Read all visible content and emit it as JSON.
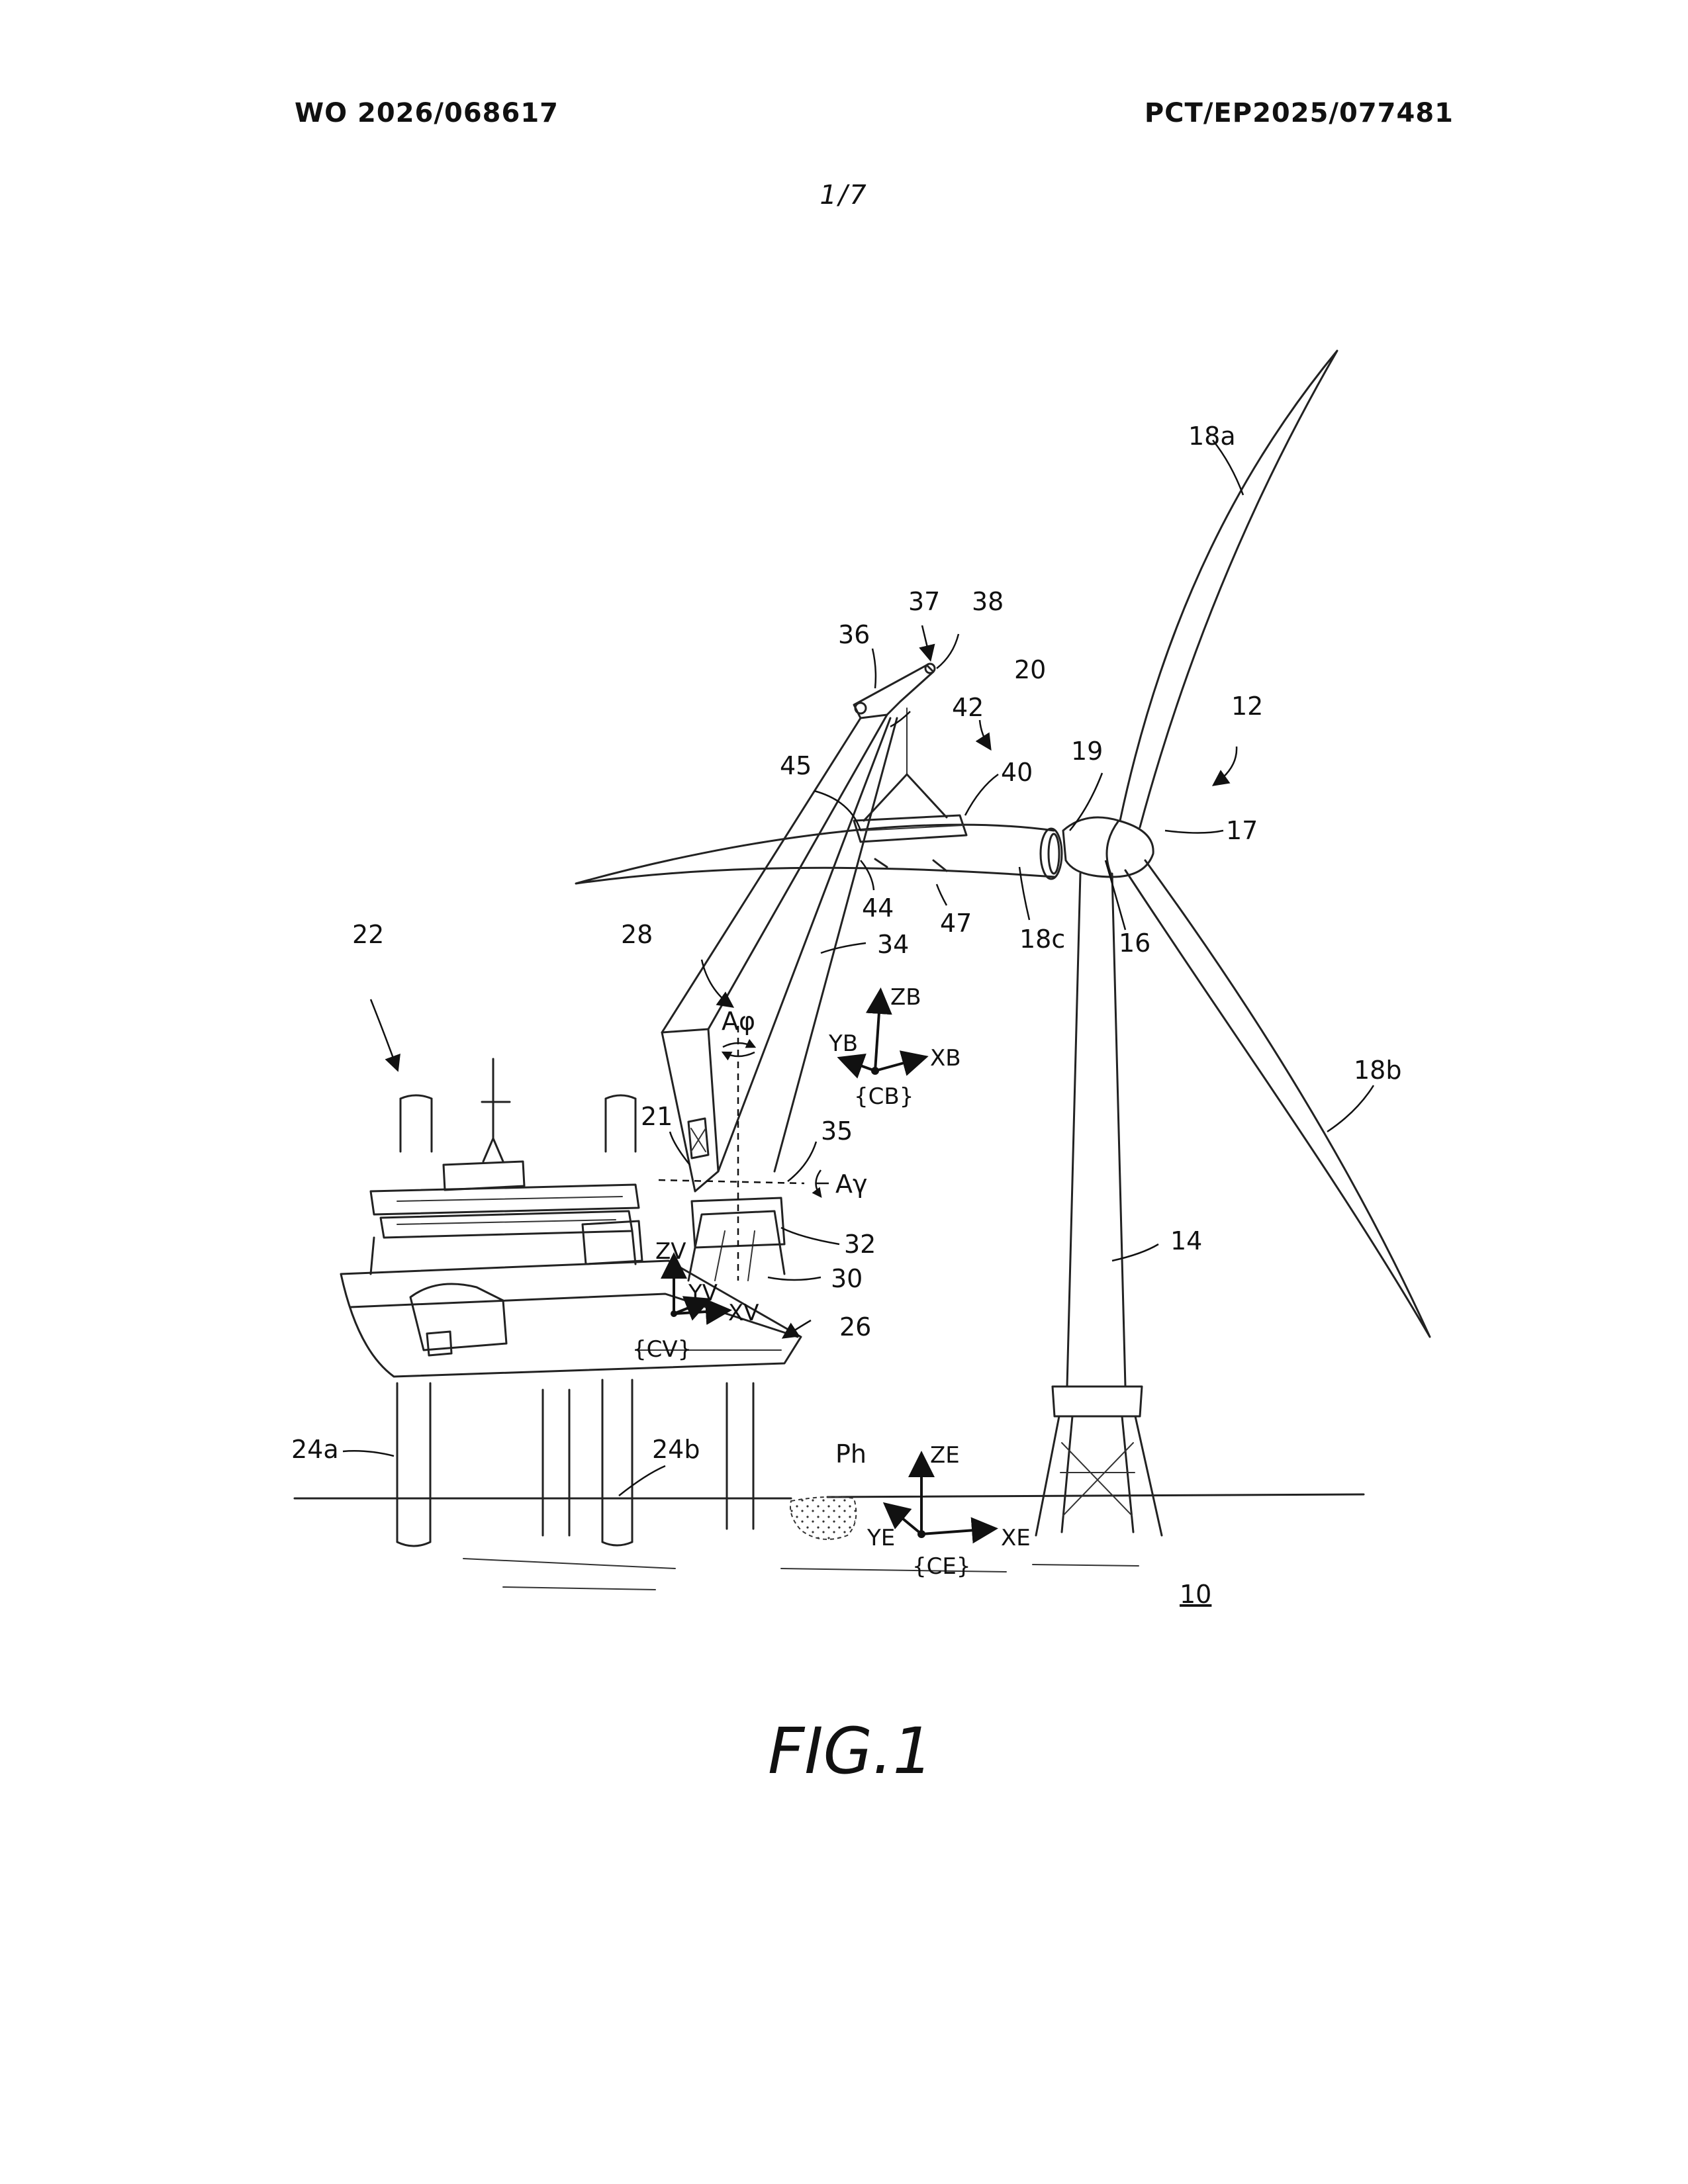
{
  "header": {
    "publication_number": "WO 2026/068617",
    "application_number": "PCT/EP2025/077481",
    "sheet": "1/7"
  },
  "figure": {
    "caption": "FIG.1",
    "reference_labels": {
      "r10": "10",
      "r12": "12",
      "r14": "14",
      "r16": "16",
      "r17": "17",
      "r18a": "18a",
      "r18b": "18b",
      "r18c": "18c",
      "r19": "19",
      "r20": "20",
      "r21": "21",
      "r22": "22",
      "r24a": "24a",
      "r24b": "24b",
      "r26": "26",
      "r28": "28",
      "r30": "30",
      "r32": "32",
      "r34": "34",
      "r35": "35",
      "r36": "36",
      "r37": "37",
      "r38": "38",
      "r40": "40",
      "r42": "42",
      "r44": "44",
      "r45": "45",
      "r47": "47",
      "ph": "Ph"
    },
    "rotations": {
      "a_phi": "Aφ",
      "a_gamma": "Aγ"
    },
    "frames": {
      "blade": {
        "z": "ZB",
        "y": "YB",
        "x": "XB",
        "origin": "{CB}"
      },
      "vessel": {
        "z": "ZV",
        "y": "YV",
        "x": "XV",
        "origin": "{CV}"
      },
      "earth": {
        "z": "ZE",
        "y": "YE",
        "x": "XE",
        "origin": "{CE}"
      }
    }
  }
}
